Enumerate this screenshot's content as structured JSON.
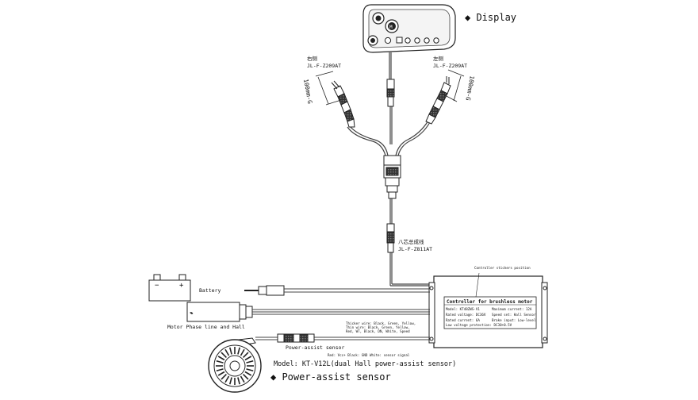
{
  "labels": {
    "display": "◆ Display",
    "right_side": "右侧",
    "right_part": "JL-F-Z209AT",
    "left_side": "左侧",
    "left_part": "JL-F-Z209AT",
    "length_left": "100mm-G",
    "length_right": "100mm-G",
    "harness_name": "八芯总成线",
    "harness_part": "JL-F-Z811AT",
    "sticker_note": "Controller stickers position",
    "battery": "Battery",
    "motor_phase": "Motor Phase line and Hall",
    "wire_note_1": "Thicker wire: Black, Green, Yellow,",
    "wire_note_2": "Thin wire: Black, Green, Yellow,",
    "wire_note_3": "Red, WT, Black, DN, White, Speed",
    "pas_connector": "Power-assist sensor",
    "pas_wire_note": "Red: Vcc+  Black: GND  White: sensor signal",
    "model": "Model: KT-V12L(dual Hall power-assist sensor)",
    "pas_title": "◆ Power-assist sensor"
  },
  "controller": {
    "title": "Controller for brushless motor",
    "specs": [
      {
        "left": "Model: KT48ZWS-V1",
        "right": "Maximum current: 12A"
      },
      {
        "left": "Rated voltage: DC36V",
        "right": "Speed set: Hall Sensor"
      },
      {
        "left": "Rated current: 6A",
        "right": "Brake input: Low-level"
      }
    ],
    "protection": "Low voltage protection: DC30+0.5V"
  },
  "battery_terminals": {
    "minus": "−",
    "plus": "+"
  }
}
